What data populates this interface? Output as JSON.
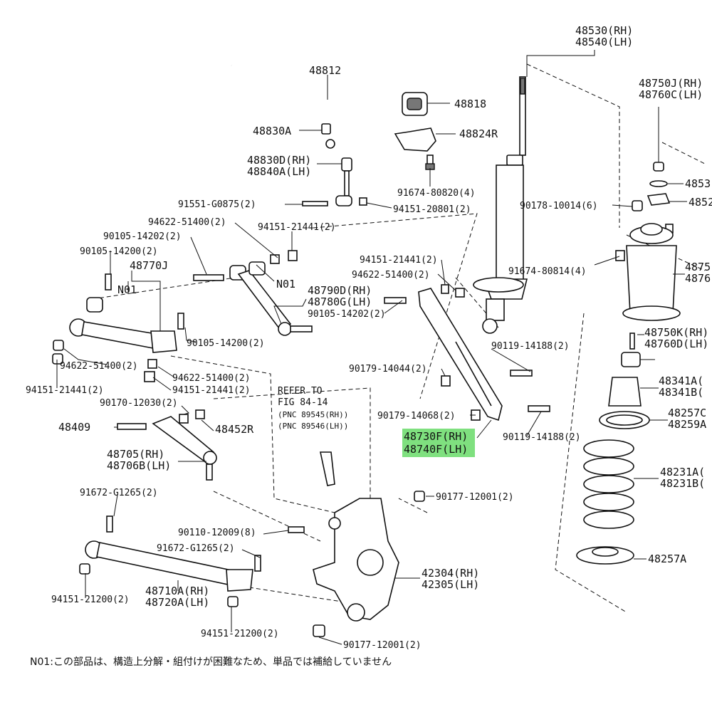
{
  "labels": {
    "strut_rh": "48530(RH)",
    "strut_lh": "48540(LH)",
    "stabilizer_bar": "48812",
    "bushing": "48818",
    "bracket": "48824R",
    "stab_bolt": "48830A",
    "link_rh": "48830D(RH)",
    "link_lh": "48840A(LH)",
    "nut_91551": "91551-G0875(2)",
    "bolt_94151_20801": "94151-20801(2)",
    "bolt_91674_80820": "91674-80820(4)",
    "bolt_94622_51400_a": "94622-51400(2)",
    "bolt_90105_14202_a": "90105-14202(2)",
    "bolt_90105_14200_a": "90105-14200(2)",
    "arm_48770j": "48770J",
    "n01_a": "N01",
    "n01_b": "N01",
    "nut_94151_21441_a": "94151-21441(2)",
    "arm_48790d": "48790D(RH)",
    "arm_48780g": "48780G(LH)",
    "nut_94151_21441_b": "94151-21441(2)",
    "bolt_94622_51400_b": "94622-51400(2)",
    "bolt_90105_14202_b": "90105-14202(2)",
    "bolt_90105_14200_b": "90105-14200(2)",
    "bolt_94622_51400_c": "94622-51400(2)",
    "nut_94151_21441_c": "94151-21441(2)",
    "bolt_94622_51400_d": "94622-51400(2)",
    "nut_94151_21441_d": "94151-21441(2)",
    "bolt_90170_12030": "90170-12030(2)",
    "part_48409": "48409",
    "part_48452r": "48452R",
    "arm_48705_rh": "48705(RH)",
    "arm_48706b_lh": "48706B(LH)",
    "bolt_91672_g1265_a": "91672-G1265(2)",
    "bolt_90110_12009": "90110-12009(8)",
    "bolt_91672_g1265_b": "91672-G1265(2)",
    "arm_48710a": "48710A(RH)",
    "arm_48720a": "48720A(LH)",
    "nut_94151_21200_a": "94151-21200(2)",
    "nut_94151_21200_b": "94151-21200(2)",
    "carrier_rh": "42304(RH)",
    "carrier_lh": "42305(LH)",
    "nut_90177_a": "90177-12001(2)",
    "nut_90177_b": "90177-12001(2)",
    "refer_1": "REFER TO",
    "refer_2": "FIG 84-14",
    "refer_3": "(PNC 89545(RH))",
    "refer_4": "(PNC 89546(LH))",
    "bolt_90179_14044": "90179-14044(2)",
    "bolt_90179_14068": "90179-14068(2)",
    "bolt_90119_14188_a": "90119-14188(2)",
    "bolt_90119_14188_b": "90119-14188(2)",
    "arm_48730f": "48730F(RH)",
    "arm_48740f": "48740F(LH)",
    "bolt_91674_80814": "91674-80814(4)",
    "nut_90178_10014": "90178-10014(6)",
    "part_48750j": "48750J(RH)",
    "part_48760c": "48760C(LH)",
    "part_4853": "4853",
    "part_4852": "4852",
    "part_4875": "4875",
    "part_4876": "4876",
    "part_48750k": "48750K(RH)",
    "part_48760d": "48760D(LH)",
    "part_48341a": "48341A(",
    "part_48341b": "48341B(",
    "part_48257c": "48257C",
    "part_48259a": "48259A",
    "spring_48231a": "48231A(",
    "spring_48231b": "48231B(",
    "part_48257a": "48257A"
  },
  "note": "N01:この部品は、構造上分解・組付けが困難なため、単品では補給していません",
  "highlight_color": "#7fe07f"
}
